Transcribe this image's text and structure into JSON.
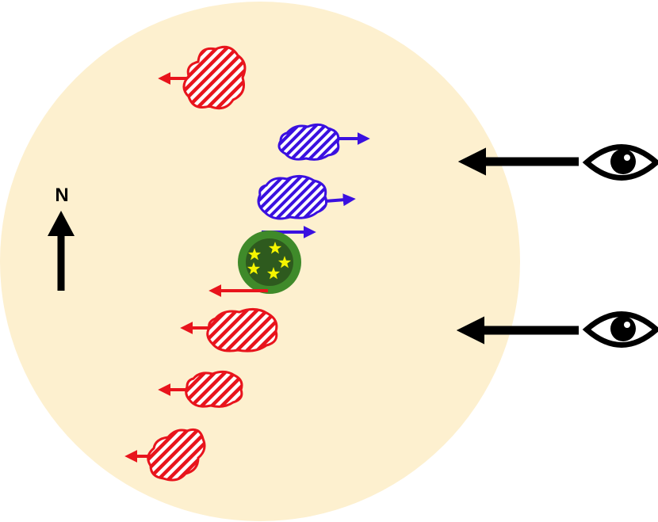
{
  "compass": {
    "label": "N",
    "direction": "north"
  },
  "colors": {
    "background_disk": "#fdf0cf",
    "receding_cloud": "#e8141c",
    "approaching_cloud": "#3a10e0",
    "nucleus_halo": "#3f8a2a",
    "nucleus_core": "#2e5a1e",
    "stars": "#f5f500",
    "observer": "#000000"
  },
  "icons": {
    "observer": "eye-icon",
    "star": "star-icon",
    "cloud": "cloud-icon",
    "north_arrow": "north-arrow-icon"
  },
  "clouds": [
    {
      "id": "cloud-red-1",
      "kind": "receding",
      "motion": "left"
    },
    {
      "id": "cloud-blue-1",
      "kind": "approaching",
      "motion": "right"
    },
    {
      "id": "cloud-blue-2",
      "kind": "approaching",
      "motion": "right"
    },
    {
      "id": "cloud-red-2",
      "kind": "receding",
      "motion": "left"
    },
    {
      "id": "cloud-red-3",
      "kind": "receding",
      "motion": "left"
    },
    {
      "id": "cloud-red-4",
      "kind": "receding",
      "motion": "left"
    }
  ],
  "nucleus": {
    "star_count": 5,
    "motions": [
      "right",
      "left"
    ]
  },
  "observers": {
    "count": 2,
    "line_of_sight": "left"
  }
}
